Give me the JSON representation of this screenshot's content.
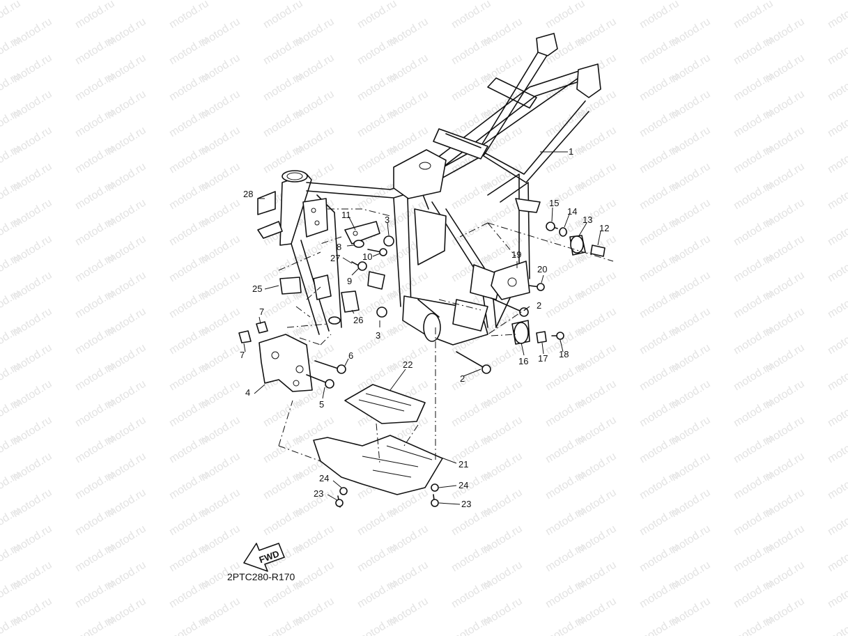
{
  "watermark": "motod.ru",
  "diagram_code": "2PTC280-R170",
  "fwd_label": "FWD",
  "callouts": [
    {
      "id": "c1",
      "label": "1"
    },
    {
      "id": "c2a",
      "label": "2"
    },
    {
      "id": "c2b",
      "label": "2"
    },
    {
      "id": "c3a",
      "label": "3"
    },
    {
      "id": "c3b",
      "label": "3"
    },
    {
      "id": "c4",
      "label": "4"
    },
    {
      "id": "c5",
      "label": "5"
    },
    {
      "id": "c6",
      "label": "6"
    },
    {
      "id": "c7a",
      "label": "7"
    },
    {
      "id": "c7b",
      "label": "7"
    },
    {
      "id": "c8",
      "label": "8"
    },
    {
      "id": "c9",
      "label": "9"
    },
    {
      "id": "c10",
      "label": "10"
    },
    {
      "id": "c11",
      "label": "11"
    },
    {
      "id": "c12",
      "label": "12"
    },
    {
      "id": "c13",
      "label": "13"
    },
    {
      "id": "c14",
      "label": "14"
    },
    {
      "id": "c15",
      "label": "15"
    },
    {
      "id": "c16",
      "label": "16"
    },
    {
      "id": "c17",
      "label": "17"
    },
    {
      "id": "c18",
      "label": "18"
    },
    {
      "id": "c19",
      "label": "19"
    },
    {
      "id": "c20",
      "label": "20"
    },
    {
      "id": "c21",
      "label": "21"
    },
    {
      "id": "c22",
      "label": "22"
    },
    {
      "id": "c23a",
      "label": "23"
    },
    {
      "id": "c23b",
      "label": "23"
    },
    {
      "id": "c24a",
      "label": "24"
    },
    {
      "id": "c24b",
      "label": "24"
    },
    {
      "id": "c25",
      "label": "25"
    },
    {
      "id": "c26",
      "label": "26"
    },
    {
      "id": "c27",
      "label": "27"
    },
    {
      "id": "c28",
      "label": "28"
    }
  ]
}
